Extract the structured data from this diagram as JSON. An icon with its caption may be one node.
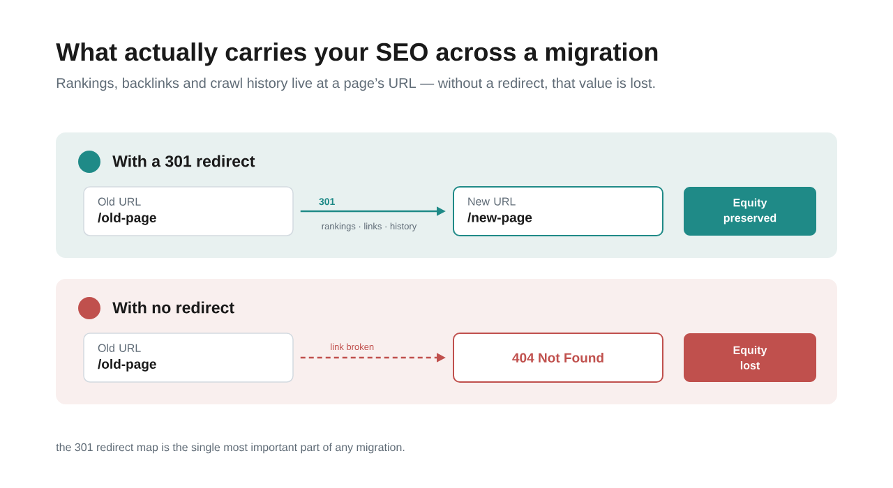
{
  "diagram": {
    "title": "What actually carries your SEO across a migration",
    "caption": "the 301 redirect map is the single most important part of any migration.",
    "nodes": [
      {
        "text": [
          "With a 301 redirect"
        ]
      },
      {
        "text": [
          "Old URL",
          "/old-page"
        ],
        "in": 0
      },
      {
        "text": [
          "New URL",
          "/new-page"
        ],
        "in": 0
      },
      {
        "text": [
          "Equity preserved"
        ],
        "in": 0
      },
      {
        "text": [
          "With no redirect"
        ]
      },
      {
        "text": [
          "Old URL",
          "/old-page"
        ],
        "in": 4
      },
      {
        "text": [
          "404 Not Found"
        ],
        "in": 4
      },
      {
        "text": [
          "Equity lost"
        ],
        "in": 4
      }
    ],
    "edges": [
      {
        "from": 1,
        "to": 2,
        "arrow": "to",
        "label": "301",
        "color": "#1f8a87"
      },
      {
        "from": 5,
        "to": 6,
        "arrow": "to",
        "label": "link broken",
        "style": "dashed",
        "color": "#c0504d"
      }
    ],
    "labels": [
      "Rankings, backlinks and crawl history live at a page’s URL — without a redirect, that value is lost.",
      "rankings · links · history"
    ]
  }
}
